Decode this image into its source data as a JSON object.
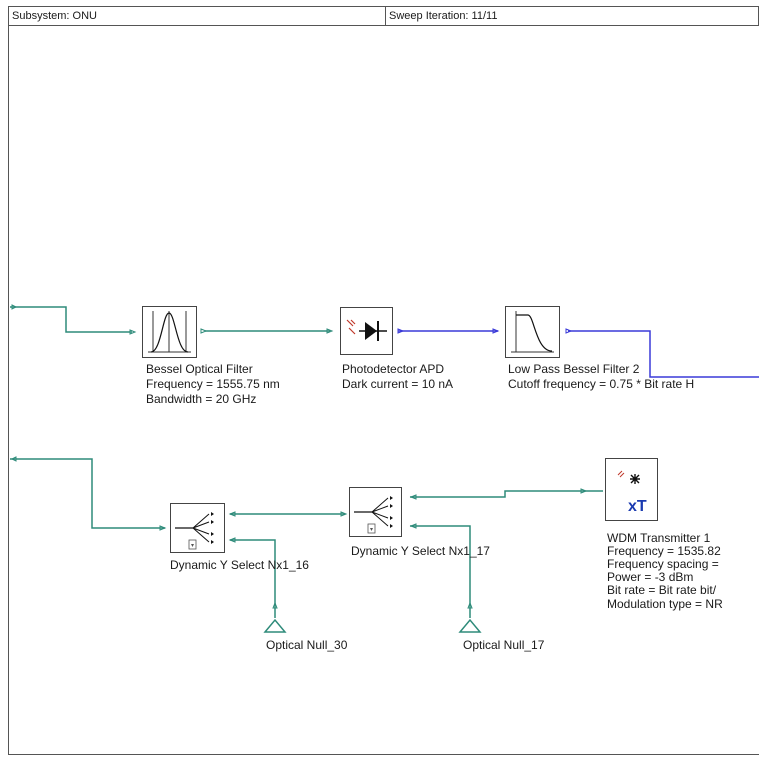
{
  "header": {
    "subsystem": "Subsystem: ONU",
    "sweep": "Sweep Iteration: 11/11"
  },
  "components": {
    "bessel_filter": {
      "name": "Bessel Optical Filter",
      "param1": "Frequency = 1555.75  nm",
      "param2": "Bandwidth = 20  GHz"
    },
    "apd": {
      "name": "Photodetector APD",
      "param1": "Dark current = 10  nA"
    },
    "lowpass": {
      "name": "Low Pass Bessel Filter  2",
      "param1": "Cutoff frequency = 0.75 * Bit rate  H"
    },
    "ysel16": {
      "name": "Dynamic Y Select Nx1_16"
    },
    "ysel17": {
      "name": "Dynamic Y Select Nx1_17"
    },
    "null30": {
      "name": "Optical Null_30"
    },
    "null17": {
      "name": "Optical Null_17"
    },
    "wdm": {
      "name": "WDM Transmitter  1",
      "param1": "Frequency = 1535.82",
      "param2": "Frequency spacing =",
      "param3": "Power = -3  dBm",
      "param4": "Bit rate = Bit rate  bit/",
      "param5": "Modulation type = NR",
      "icon_text": "xT"
    }
  },
  "colors": {
    "optical_link": "#2e8b7a",
    "electrical_link": "#3a3ad8",
    "border": "#444444"
  }
}
